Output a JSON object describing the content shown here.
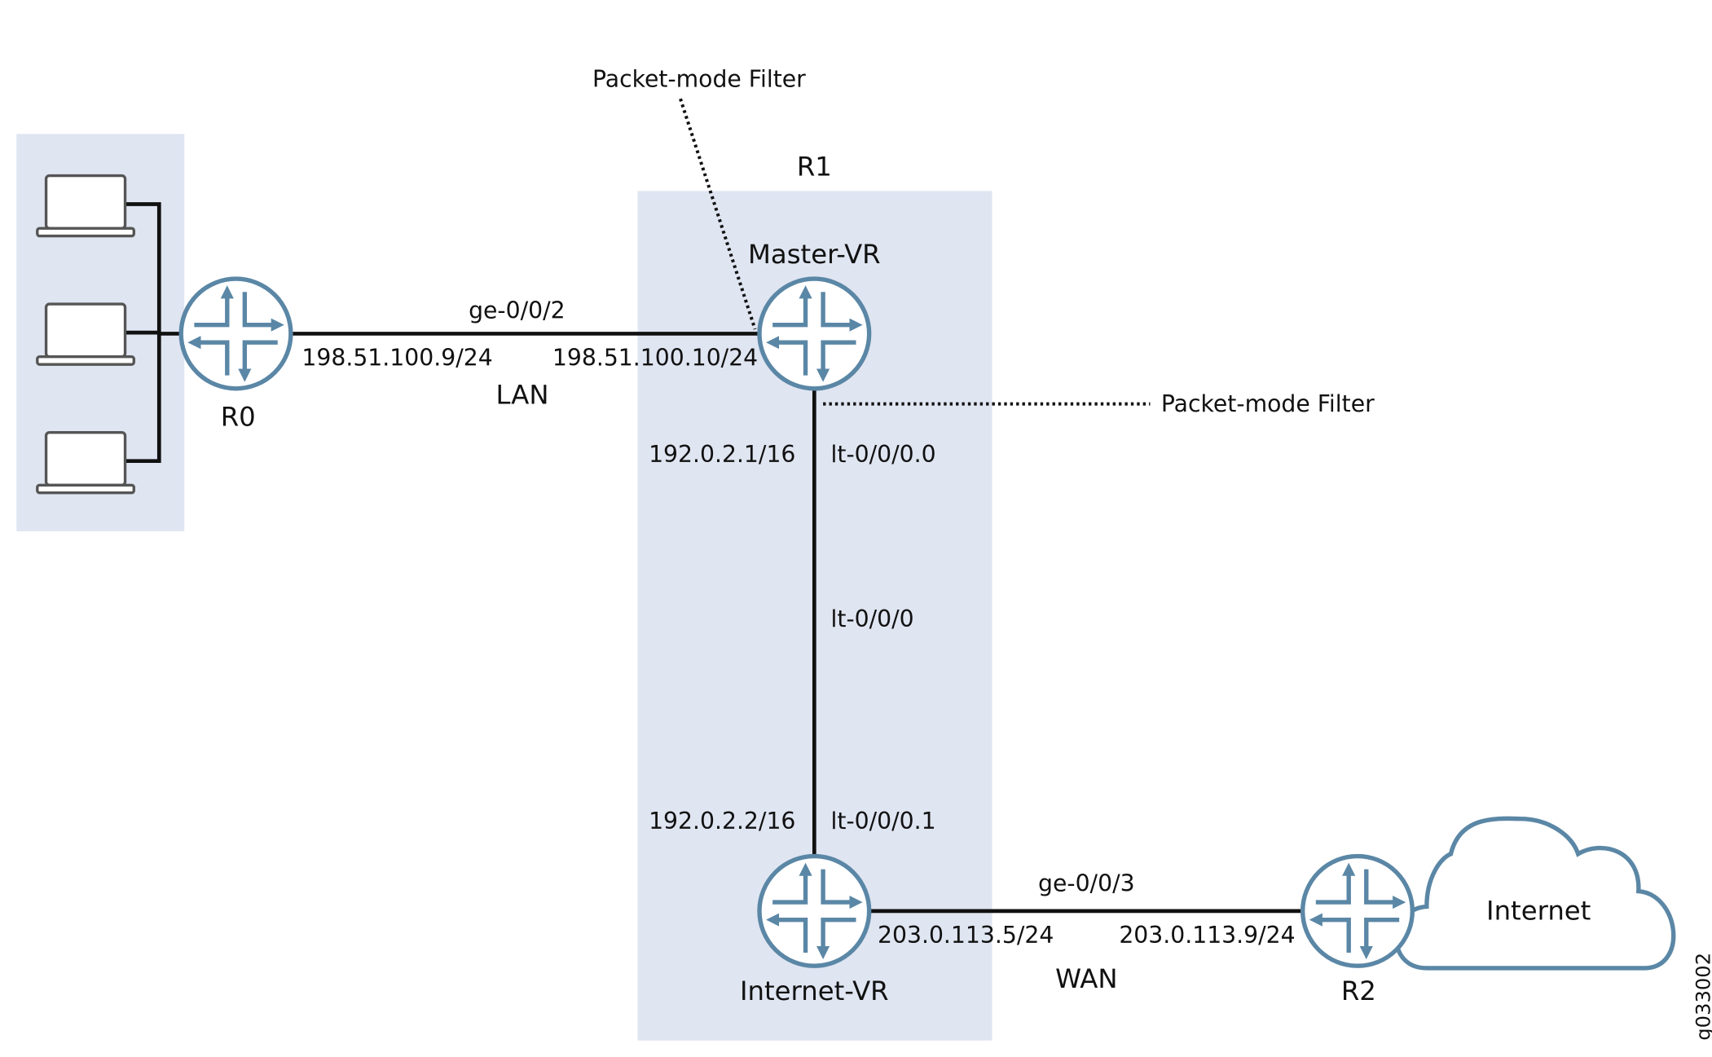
{
  "colors": {
    "zone": "#dfe5f1",
    "router": "#5b87a6",
    "line": "#111111"
  },
  "filter_label_top": "Packet-mode Filter",
  "filter_label_right": "Packet-mode Filter",
  "r1_label": "R1",
  "nodes": {
    "r0": "R0",
    "master_vr": "Master-VR",
    "internet_vr": "Internet-VR",
    "r2": "R2",
    "cloud": "Internet"
  },
  "lan": {
    "interface": "ge-0/0/2",
    "r0_ip": "198.51.100.9/24",
    "master_ip": "198.51.100.10/24",
    "label": "LAN"
  },
  "lt": {
    "master_ip": "192.0.2.1/16",
    "master_if": "lt-0/0/0.0",
    "middle_if": "lt-0/0/0",
    "internet_ip": "192.0.2.2/16",
    "internet_if": "lt-0/0/0.1"
  },
  "wan": {
    "interface": "ge-0/0/3",
    "internet_vr_ip": "203.0.113.5/24",
    "r2_ip": "203.0.113.9/24",
    "label": "WAN"
  },
  "figure_id": "g033002"
}
